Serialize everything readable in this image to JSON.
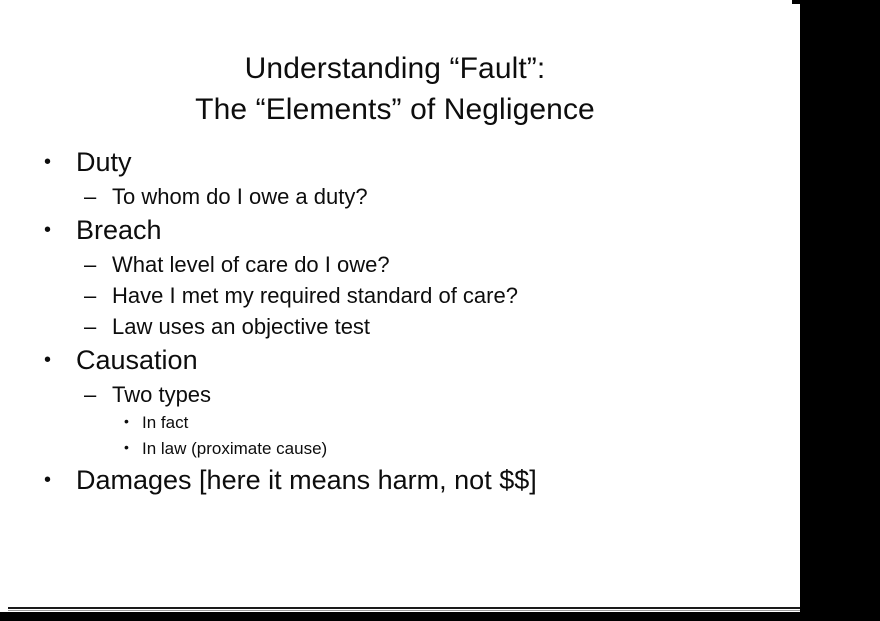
{
  "slide": {
    "background_color": "#ffffff",
    "text_color": "#0d0d0d",
    "frame_color": "#000000",
    "title": {
      "line1": "Understanding “Fault”:",
      "line2": "The “Elements” of Negligence"
    },
    "markers": {
      "level1": "•",
      "level2": "–",
      "level3": "•"
    },
    "outline": [
      {
        "level": 1,
        "text": "Duty"
      },
      {
        "level": 2,
        "text": "To whom do I owe a duty?"
      },
      {
        "level": 1,
        "text": "Breach"
      },
      {
        "level": 2,
        "text": "What level of care do I owe?"
      },
      {
        "level": 2,
        "text": "Have I met my required standard of care?"
      },
      {
        "level": 2,
        "text": "Law uses an objective test"
      },
      {
        "level": 1,
        "text": "Causation"
      },
      {
        "level": 2,
        "text": "Two types"
      },
      {
        "level": 3,
        "text": "In fact"
      },
      {
        "level": 3,
        "text": "In law (proximate cause)"
      },
      {
        "level": 1,
        "text": "Damages [here it means harm, not $$]"
      }
    ]
  }
}
